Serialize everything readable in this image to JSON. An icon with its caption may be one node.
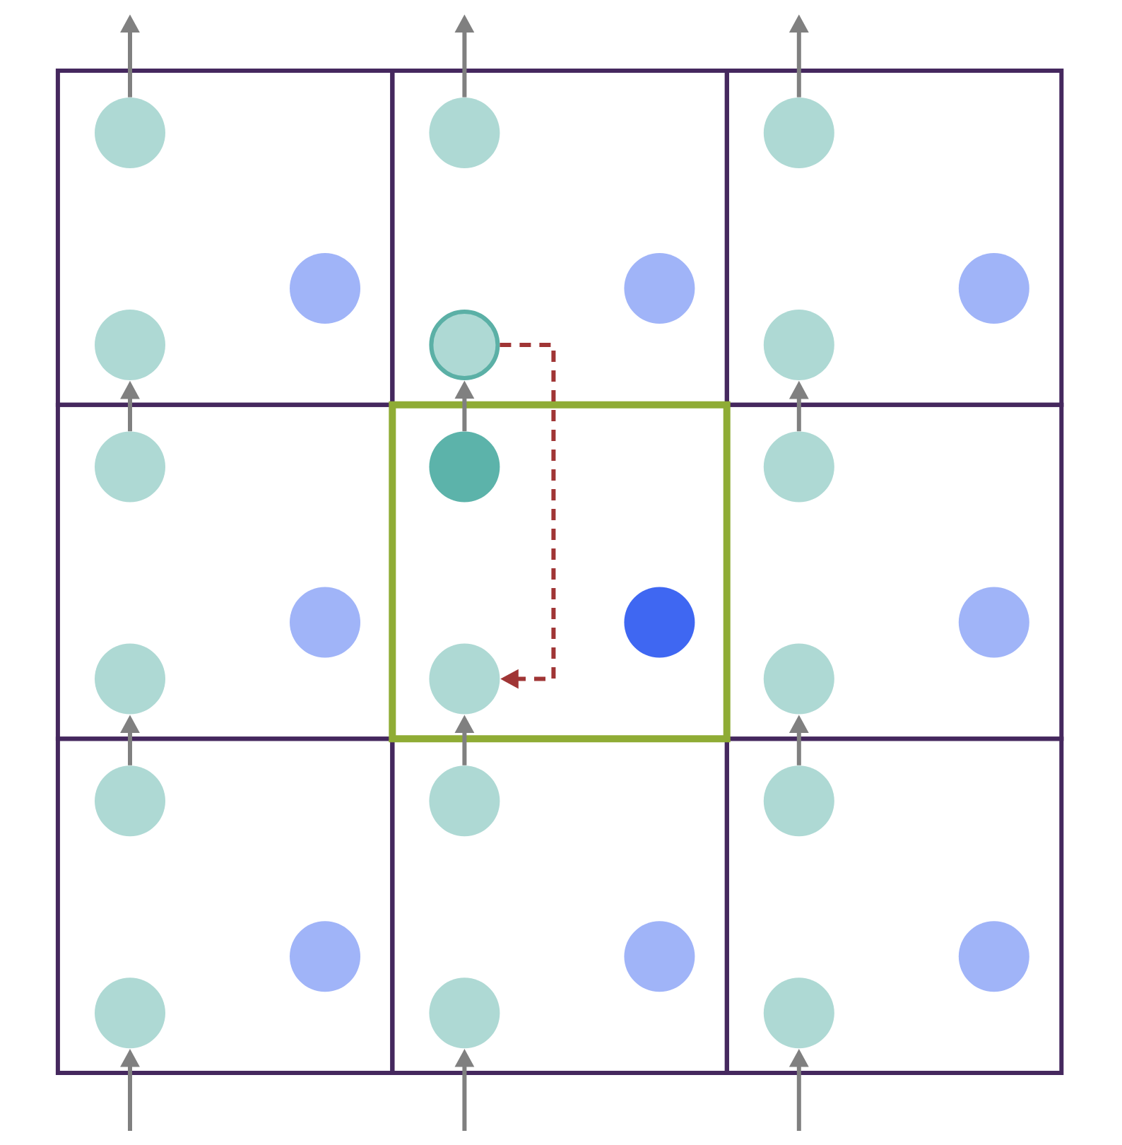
{
  "diagram": {
    "nodes": [
      {
        "text": [],
        "shape": "box"
      },
      {
        "text": [],
        "shape": "circle",
        "in": 0
      },
      {
        "text": [],
        "shape": "circle",
        "in": 0
      },
      {
        "text": [],
        "shape": "circle",
        "in": 0
      },
      {
        "text": [],
        "shape": "box"
      },
      {
        "text": [],
        "shape": "circle",
        "in": 4
      },
      {
        "text": [],
        "shape": "circle",
        "in": 4
      },
      {
        "text": [],
        "shape": "circle",
        "in": 4
      },
      {
        "text": [],
        "shape": "box"
      },
      {
        "text": [],
        "shape": "circle",
        "in": 8
      },
      {
        "text": [],
        "shape": "circle",
        "in": 8
      },
      {
        "text": [],
        "shape": "circle",
        "in": 8
      },
      {
        "text": [],
        "shape": "box"
      },
      {
        "text": [],
        "shape": "circle",
        "in": 12
      },
      {
        "text": [],
        "shape": "circle",
        "in": 12
      },
      {
        "text": [],
        "shape": "circle",
        "in": 12
      },
      {
        "text": [],
        "shape": "box"
      },
      {
        "text": [],
        "shape": "circle",
        "in": 16
      },
      {
        "text": [],
        "shape": "circle",
        "in": 16
      },
      {
        "text": [],
        "shape": "circle",
        "in": 16
      },
      {
        "text": [],
        "shape": "box"
      },
      {
        "text": [],
        "shape": "circle",
        "in": 20
      },
      {
        "text": [],
        "shape": "circle",
        "in": 20
      },
      {
        "text": [],
        "shape": "circle",
        "in": 20
      },
      {
        "text": [],
        "shape": "box"
      },
      {
        "text": [],
        "shape": "circle",
        "in": 24
      },
      {
        "text": [],
        "shape": "circle",
        "in": 24
      },
      {
        "text": [],
        "shape": "circle",
        "in": 24
      },
      {
        "text": [],
        "shape": "box"
      },
      {
        "text": [],
        "shape": "circle",
        "in": 28
      },
      {
        "text": [],
        "shape": "circle",
        "in": 28
      },
      {
        "text": [],
        "shape": "circle",
        "in": 28
      },
      {
        "text": [],
        "shape": "box"
      },
      {
        "text": [],
        "shape": "circle",
        "in": 32
      },
      {
        "text": [],
        "shape": "circle",
        "in": 32
      },
      {
        "text": [],
        "shape": "circle",
        "in": 32
      }
    ],
    "edges": [
      {
        "from": null,
        "to": 27,
        "arrow": "to"
      },
      {
        "from": 25,
        "to": 15,
        "arrow": "to"
      },
      {
        "from": 13,
        "to": 3,
        "arrow": "to"
      },
      {
        "from": 1,
        "to": null,
        "arrow": "to"
      },
      {
        "from": null,
        "to": 31,
        "arrow": "to"
      },
      {
        "from": 29,
        "to": 19,
        "arrow": "to"
      },
      {
        "from": 17,
        "to": 7,
        "arrow": "to"
      },
      {
        "from": 5,
        "to": null,
        "arrow": "to"
      },
      {
        "from": null,
        "to": 35,
        "arrow": "to"
      },
      {
        "from": 33,
        "to": 23,
        "arrow": "to"
      },
      {
        "from": 21,
        "to": 11,
        "arrow": "to"
      },
      {
        "from": 9,
        "to": null,
        "arrow": "to"
      },
      {
        "from": 7,
        "to": 19,
        "arrow": "to",
        "style": "dashed",
        "color": "#a03535"
      }
    ]
  }
}
